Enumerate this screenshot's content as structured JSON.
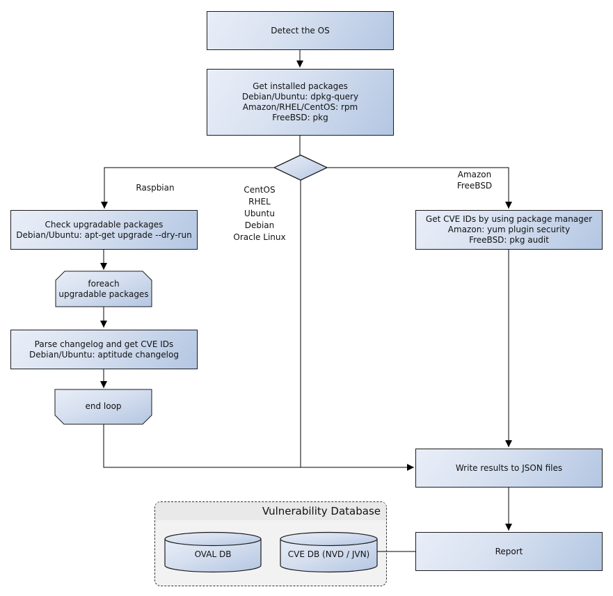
{
  "nodes": {
    "detect_os": {
      "lines": [
        "Detect the OS"
      ]
    },
    "get_installed_packages": {
      "lines": [
        "Get installed packages",
        "Debian/Ubuntu: dpkg-query",
        "Amazon/RHEL/CentOS: rpm",
        "FreeBSD: pkg"
      ]
    },
    "check_upgradable_packages": {
      "lines": [
        "Check upgradable packages",
        "Debian/Ubuntu: apt-get upgrade --dry-run"
      ]
    },
    "foreach_loop": {
      "lines": [
        "foreach",
        "upgradable  packages"
      ]
    },
    "parse_changelog": {
      "lines": [
        "Parse changelog and get  CVE IDs",
        "Debian/Ubuntu: aptitude changelog"
      ]
    },
    "end_loop": {
      "lines": [
        "end loop"
      ]
    },
    "get_cve_ids": {
      "lines": [
        "Get CVE IDs by using package manager",
        "Amazon: yum plugin security",
        "FreeBSD: pkg audit"
      ]
    },
    "write_results": {
      "lines": [
        "Write results to JSON files"
      ]
    },
    "report": {
      "lines": [
        "Report"
      ]
    }
  },
  "edge_labels": {
    "left_branch": "Raspbian",
    "middle_branch": [
      "CentOS",
      "RHEL",
      "Ubuntu",
      "Debian",
      "Oracle Linux"
    ],
    "right_branch": [
      "Amazon",
      "FreeBSD"
    ]
  },
  "database": {
    "title": "Vulnerability Database",
    "cylinders": [
      "OVAL DB",
      "CVE DB (NVD / JVN)"
    ]
  },
  "colors": {
    "node_gradient_start": "#e9eef8",
    "node_gradient_end": "#b3c6e2",
    "node_border": "#1a1a1a",
    "connector": "#000000",
    "db_container_fill": "#f2f2f2",
    "db_title_band_fill": "#e9e9e9",
    "db_container_border": "#333333",
    "canvas_background": "#ffffff"
  }
}
